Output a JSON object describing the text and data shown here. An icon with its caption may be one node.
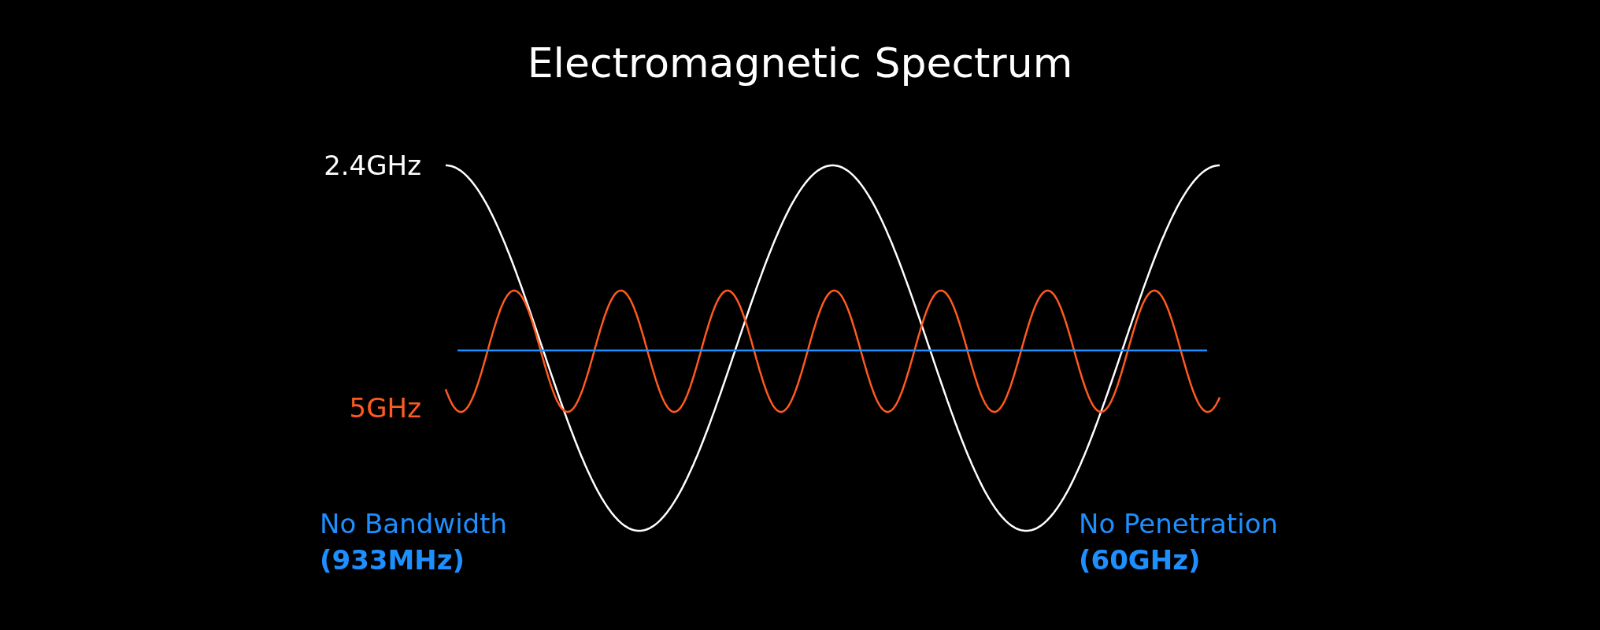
{
  "diagram": {
    "title": "Electromagnetic Spectrum",
    "labels": [
      "2.4GHz",
      "5GHz",
      "No Bandwidth",
      "(933MHz)",
      "No Penetration",
      "(60GHz)"
    ]
  }
}
